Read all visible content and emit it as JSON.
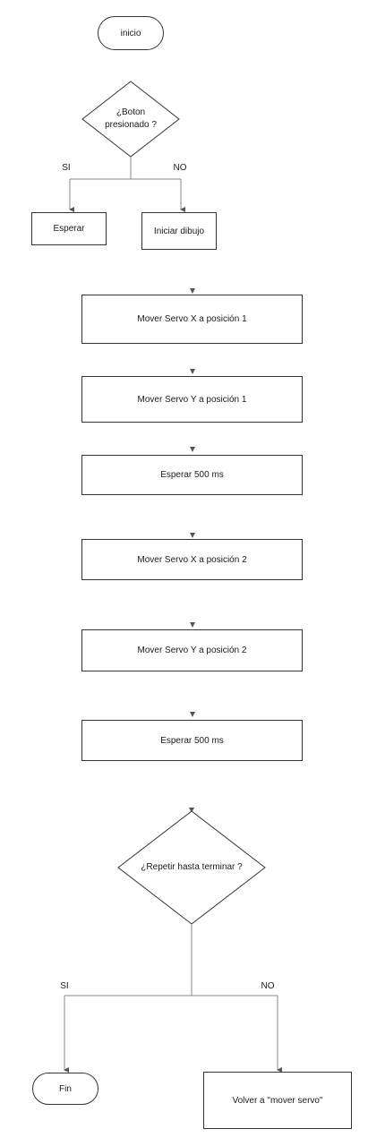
{
  "flowchart": {
    "start": "inicio",
    "decision1": "¿Boton presionado ?",
    "yes1": "SI",
    "no1": "NO",
    "wait1": "Esperar",
    "start_draw": "Iniciar dibujo",
    "steps": [
      "Mover Servo X a posición 1",
      "Mover Servo Y a posición 1",
      "Esperar 500 ms",
      "Mover Servo X a posición 2",
      "Mover Servo Y a posición 2",
      "Esperar 500 ms"
    ],
    "decision2": "¿Repetir  hasta terminar ?",
    "yes2": "SI",
    "no2": "NO",
    "end": "Fin",
    "back": "Volver a \"mover servo\""
  }
}
